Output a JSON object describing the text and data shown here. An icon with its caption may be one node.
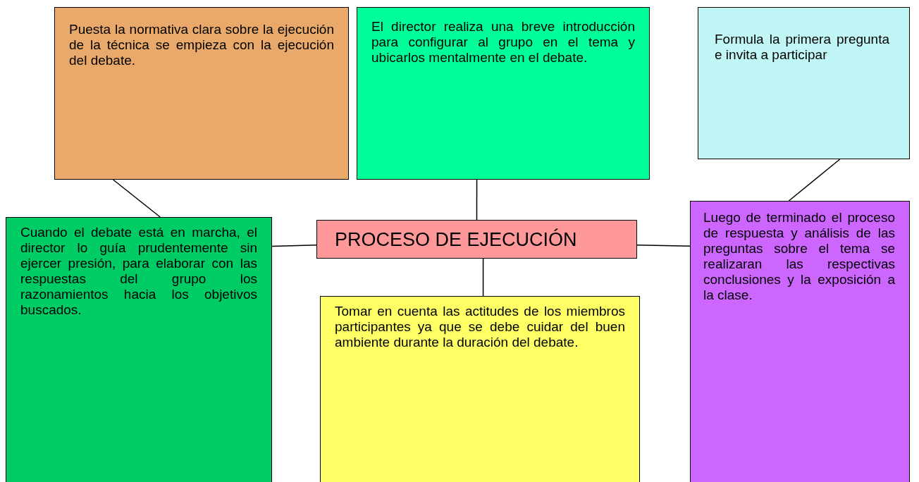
{
  "diagram": {
    "nodes": [
      {
        "text": [
          "Puesta la normativa clara sobre la ejecución de la técnica se empieza con la ejecución del debate."
        ]
      },
      {
        "text": [
          "El director realiza una breve introducción para configurar al grupo en el tema y ubicarlos mentalmente en el debate."
        ]
      },
      {
        "text": [
          "Formula la primera pregunta e invita a participar"
        ]
      },
      {
        "text": [
          "PROCESO DE EJECUCIÓN"
        ]
      },
      {
        "text": [
          "Cuando el debate está en marcha, el director lo guía prudentemente sin ejercer presión, para elaborar con las respuestas del grupo los razonamientos hacia los objetivos buscados."
        ]
      },
      {
        "text": [
          "Tomar en cuenta las actitudes de los miembros participantes ya que se debe cuidar del buen ambiente durante la duración del debate."
        ]
      },
      {
        "text": [
          "Luego de terminado el proceso de respuesta y análisis de las preguntas sobre el tema se realizaran las respectivas conclusiones y la exposición a la clase."
        ]
      }
    ],
    "edges": [
      {
        "from": 3,
        "to": 1,
        "arrow": "none"
      },
      {
        "from": 4,
        "to": 0,
        "arrow": "none"
      },
      {
        "from": 6,
        "to": 2,
        "arrow": "none"
      },
      {
        "from": 3,
        "to": 4,
        "arrow": "none"
      },
      {
        "from": 3,
        "to": 6,
        "arrow": "none"
      },
      {
        "from": 3,
        "to": 5,
        "arrow": "none"
      }
    ]
  }
}
